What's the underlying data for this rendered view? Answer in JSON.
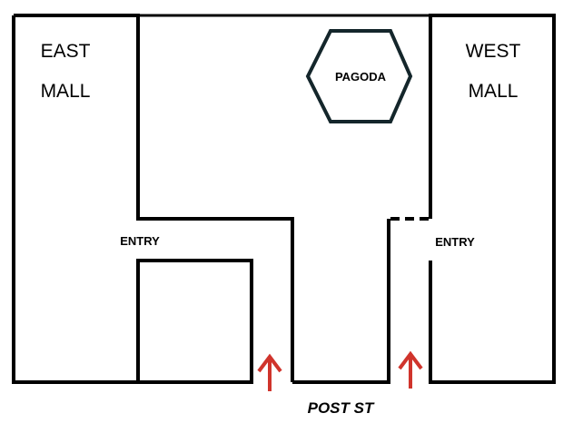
{
  "map": {
    "east_mall": {
      "line1": "EAST",
      "line2": "MALL"
    },
    "west_mall": {
      "line1": "WEST",
      "line2": "MALL"
    },
    "pagoda": {
      "label": "PAGODA",
      "stroke": "#14262b"
    },
    "entries": [
      {
        "label": "ENTRY",
        "side": "east"
      },
      {
        "label": "ENTRY",
        "side": "west"
      }
    ],
    "street": {
      "label": "POST ST"
    },
    "arrows": [
      {
        "direction": "up",
        "color": "#d0342c"
      },
      {
        "direction": "up",
        "color": "#d0342c"
      }
    ],
    "colors": {
      "walls": "#000000",
      "arrow": "#d0342c",
      "background": "#ffffff"
    }
  }
}
